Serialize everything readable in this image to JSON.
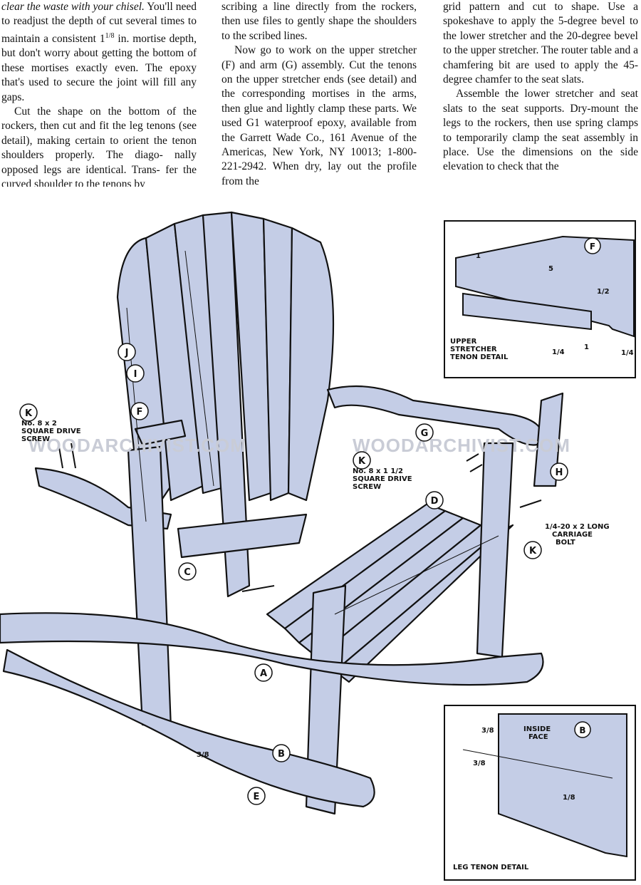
{
  "text": {
    "col1": {
      "p1_italic": "clear the waste with your chisel.",
      "p1_rest": " You'll need to readjust the depth of cut several times to maintain a consistent 1",
      "p1_frac": "1/8",
      "p1_end": " in. mortise depth, but don't worry about getting the bottom of these mortises exactly even. The epoxy that's used to secure the joint will fill any gaps.",
      "p2": "Cut the shape on the bottom of the rockers, then cut and fit the leg tenons (see detail), making certain to orient the tenon shoulders properly. The diago- nally opposed legs are identical. Trans- fer the curved shoulder to the tenons by"
    },
    "col2": {
      "p1": "scribing a line directly from the rockers, then use files to gently shape the shoulders to the scribed lines.",
      "p2": "Now go to work on the upper stretcher (F) and arm (G) assembly. Cut the tenons on the upper stretcher ends (see detail) and the corresponding mortises in the arms, then glue and lightly clamp these parts. We used G1 waterproof epoxy, available from the Garrett Wade Co., 161 Avenue of the Americas, New York, NY 10013; 1-800-221-2942. When dry, lay out the profile from the"
    },
    "col3": {
      "p1": "grid pattern and cut to shape. Use a spokeshave to apply the 5-degree bevel to the lower stretcher and the 20-degree bevel to the upper stretcher. The router table and a chamfering bit are used to apply the 45-degree chamfer to the seat slats.",
      "p2": "Assemble the lower stretcher and seat slats to the seat supports. Dry-mount the legs to the rockers, then use spring clamps to temporarily clamp the seat assembly in place. Use the dimensions on the side elevation to check that the"
    }
  },
  "illustration": {
    "part_labels": [
      "J",
      "I",
      "F",
      "K",
      "G",
      "K",
      "D",
      "H",
      "K",
      "C",
      "A",
      "B",
      "E"
    ],
    "callouts": {
      "screw_left_line1": "No. 8 x 2",
      "screw_left_line2": "SQUARE DRIVE",
      "screw_left_line3": "SCREW",
      "screw_mid_line1": "No. 8 x 1 1/2",
      "screw_mid_line2": "SQUARE DRIVE",
      "screw_mid_line3": "SCREW",
      "bolt_line1": "1/4-20 x 2 LONG",
      "bolt_line2": "CARRIAGE",
      "bolt_line3": "BOLT",
      "rocker_dim": "3/8"
    },
    "watermark": "WOODARCHIVIST.COM",
    "detail_upper": {
      "part": "F",
      "title_line1": "UPPER",
      "title_line2": "STRETCHER",
      "title_line3": "TENON DETAIL",
      "dims": [
        "1",
        "5",
        "1/2",
        "1/4",
        "1",
        "1/4"
      ]
    },
    "detail_leg": {
      "part": "B",
      "title": "LEG TENON DETAIL",
      "face_line1": "INSIDE",
      "face_line2": "FACE",
      "dims": [
        "3/8",
        "3/8",
        "1/8"
      ]
    },
    "colors": {
      "part_fill": "#c4cde6",
      "ink": "#111111"
    }
  }
}
